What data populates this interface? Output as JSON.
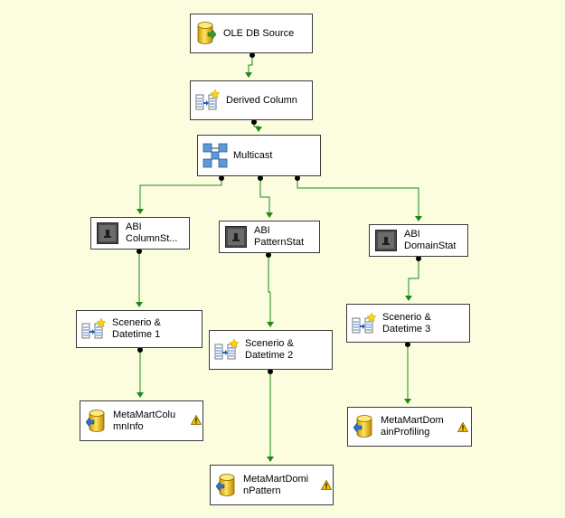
{
  "colors": {
    "background": "#fcfdde",
    "connector": "#1a8a1a",
    "node_border": "#3a3a3a",
    "warning": "#f2c200"
  },
  "nodes": {
    "ole_db_source": {
      "label": "OLE DB Source",
      "icon": "database-source-icon"
    },
    "derived_column": {
      "label": "Derived Column",
      "icon": "derived-column-icon"
    },
    "multicast": {
      "label": "Multicast",
      "icon": "multicast-icon"
    },
    "abi_column_stat": {
      "label": "ABI\nColumnSt...",
      "icon": "script-component-icon"
    },
    "abi_pattern_stat": {
      "label": "ABI\nPatternStat",
      "icon": "script-component-icon"
    },
    "abi_domain_stat": {
      "label": "ABI\nDomainStat",
      "icon": "script-component-icon"
    },
    "scenerio_datetime_1": {
      "label": "Scenerio &\nDatetime 1",
      "icon": "derived-column-icon"
    },
    "scenerio_datetime_2": {
      "label": "Scenerio &\nDatetime 2",
      "icon": "derived-column-icon"
    },
    "scenerio_datetime_3": {
      "label": "Scenerio &\nDatetime 3",
      "icon": "derived-column-icon"
    },
    "metamart_column_info": {
      "label": "MetaMartColu\nmnInfo",
      "icon": "database-destination-icon",
      "warning": "warning-icon"
    },
    "metamart_domain_pattern": {
      "label": "MetaMartDomi\nnPattern",
      "icon": "database-destination-icon",
      "warning": "warning-icon"
    },
    "metamart_domain_profiling": {
      "label": "MetaMartDom\nainProfiling",
      "icon": "database-destination-icon",
      "warning": "warning-icon"
    }
  }
}
